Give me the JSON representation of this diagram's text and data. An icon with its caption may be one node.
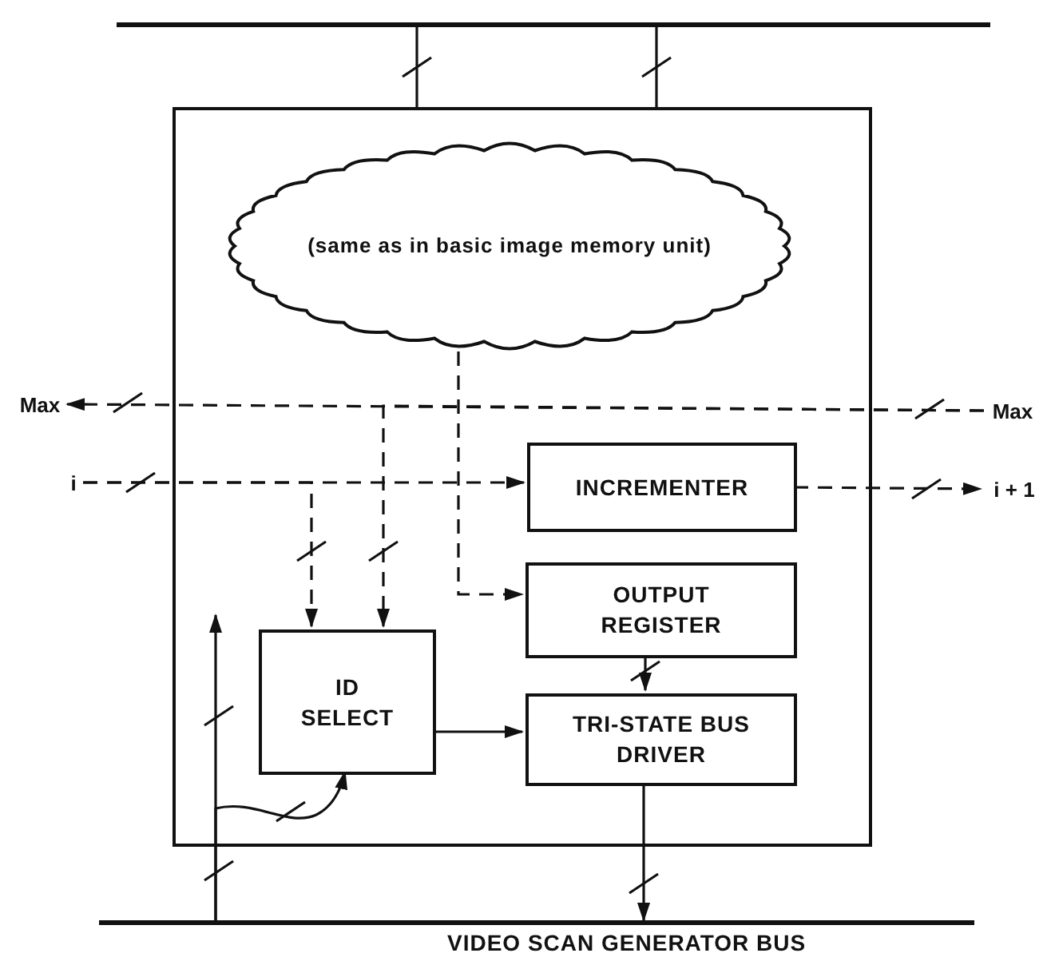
{
  "diagram": {
    "nodes": [
      {
        "text": [],
        "shape": "bar"
      },
      {
        "text": [],
        "shape": "box"
      },
      {
        "text": [
          "(same as in basic image memory unit)"
        ],
        "in": 1
      },
      {
        "text": [
          "INCREMENTER"
        ],
        "in": 1
      },
      {
        "text": [
          "OUTPUT REGISTER"
        ],
        "in": 1
      },
      {
        "text": [
          "ID SELECT"
        ],
        "in": 1
      },
      {
        "text": [
          "TRI-STATE BUS DRIVER"
        ],
        "in": 1
      },
      {
        "text": [],
        "shape": "bar",
        "beside": [
          "VIDEO SCAN GENERATOR BUS"
        ]
      },
      {
        "text": [
          "Max"
        ]
      },
      {
        "text": [
          "i"
        ]
      },
      {
        "text": [
          "Max"
        ]
      },
      {
        "text": [
          "i + 1"
        ]
      }
    ],
    "edges": [
      {
        "from": 0,
        "to": 1,
        "arrow": "none"
      },
      {
        "from": 0,
        "to": 1,
        "arrow": "none"
      },
      {
        "from": 10,
        "to": 8,
        "arrow": "to",
        "style": "dashed"
      },
      {
        "from": 9,
        "to": 3,
        "arrow": "to",
        "style": "dashed"
      },
      {
        "from": 3,
        "to": 11,
        "arrow": "to",
        "style": "dashed"
      },
      {
        "from": 9,
        "to": 5,
        "arrow": "to",
        "style": "dashed"
      },
      {
        "from": 10,
        "to": 5,
        "arrow": "to",
        "style": "dashed"
      },
      {
        "from": 2,
        "to": 4,
        "arrow": "to",
        "style": "dashed"
      },
      {
        "from": 4,
        "to": 6,
        "arrow": "to"
      },
      {
        "from": 5,
        "to": 6,
        "arrow": "to"
      },
      {
        "from": 6,
        "to": 7,
        "arrow": "to"
      },
      {
        "from": 7,
        "to": null,
        "arrow": "to"
      },
      {
        "from": 7,
        "to": 5,
        "arrow": "to"
      }
    ]
  }
}
